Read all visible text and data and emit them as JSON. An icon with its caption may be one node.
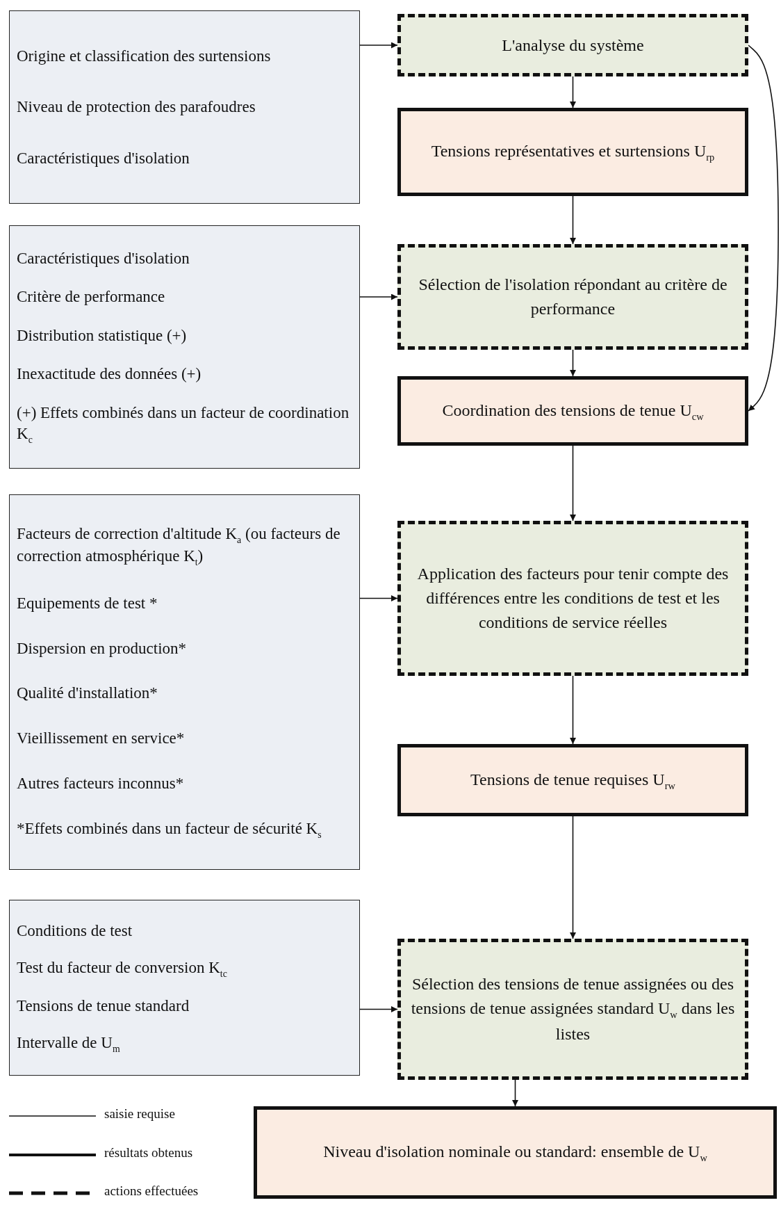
{
  "diagram": {
    "nodes": [
      {
        "text": [
          "Origine et classification des surtensions",
          "Niveau de protection des parafoudres",
          "Caractéristiques d'isolation"
        ]
      },
      {
        "text": [
          "L'analyse du système"
        ]
      },
      {
        "text": [
          "Tensions représentatives et surtensions U$_{rp}$"
        ]
      },
      {
        "text": [
          "Caractéristiques d'isolation",
          "Critère de performance",
          "Distribution statistique (+)",
          "Inexactitude des données (+)",
          "(+) Effets combinés dans un facteur de coordination K$_{c}$"
        ]
      },
      {
        "text": [
          "Sélection de l'isolation répondant au critère de performance"
        ]
      },
      {
        "text": [
          "Coordination des tensions de tenue U$_{cw}$"
        ]
      },
      {
        "text": [
          "Facteurs de correction d'altitude K$_{a}$ (ou facteurs de correction atmosphérique K$_{t}$)",
          "Equipements de test *",
          "Dispersion en production*",
          "Qualité d'installation*",
          "Vieillissement en service*",
          "Autres facteurs inconnus*",
          "*Effets combinés dans un facteur de sécurité K$_{s}$"
        ]
      },
      {
        "text": [
          "Application des facteurs pour tenir compte des différences entre les conditions de test et les conditions de service réelles"
        ]
      },
      {
        "text": [
          "Tensions de tenue requises U$_{rw}$"
        ]
      },
      {
        "text": [
          "Conditions de test",
          "Test du facteur de conversion K$_{tc}$",
          "Tensions de tenue standard",
          "Intervalle de U$_{m}$"
        ]
      },
      {
        "text": [
          "Sélection des tensions de tenue assignées ou des tensions de tenue assignées standard U$_{w}$ dans les listes"
        ]
      },
      {
        "text": [
          "Niveau d'isolation nominale ou standard: ensemble de U$_{w}$"
        ]
      }
    ],
    "edges": [
      {
        "from": 0,
        "to": 1,
        "arrow": "to"
      },
      {
        "from": 1,
        "to": 2,
        "arrow": "to"
      },
      {
        "from": 2,
        "to": 4,
        "arrow": "to"
      },
      {
        "from": 3,
        "to": 4,
        "arrow": "to"
      },
      {
        "from": 4,
        "to": 5,
        "arrow": "to"
      },
      {
        "from": 1,
        "to": 5,
        "arrow": "to"
      },
      {
        "from": 5,
        "to": 7,
        "arrow": "to"
      },
      {
        "from": 6,
        "to": 7,
        "arrow": "to"
      },
      {
        "from": 7,
        "to": 8,
        "arrow": "to"
      },
      {
        "from": 8,
        "to": 10,
        "arrow": "to"
      },
      {
        "from": 9,
        "to": 10,
        "arrow": "to"
      },
      {
        "from": 10,
        "to": 11,
        "arrow": "to"
      }
    ],
    "legend": [
      {
        "text": "saisie requise"
      },
      {
        "text": "résultats obtenus"
      },
      {
        "text": "actions effectuées"
      }
    ]
  }
}
